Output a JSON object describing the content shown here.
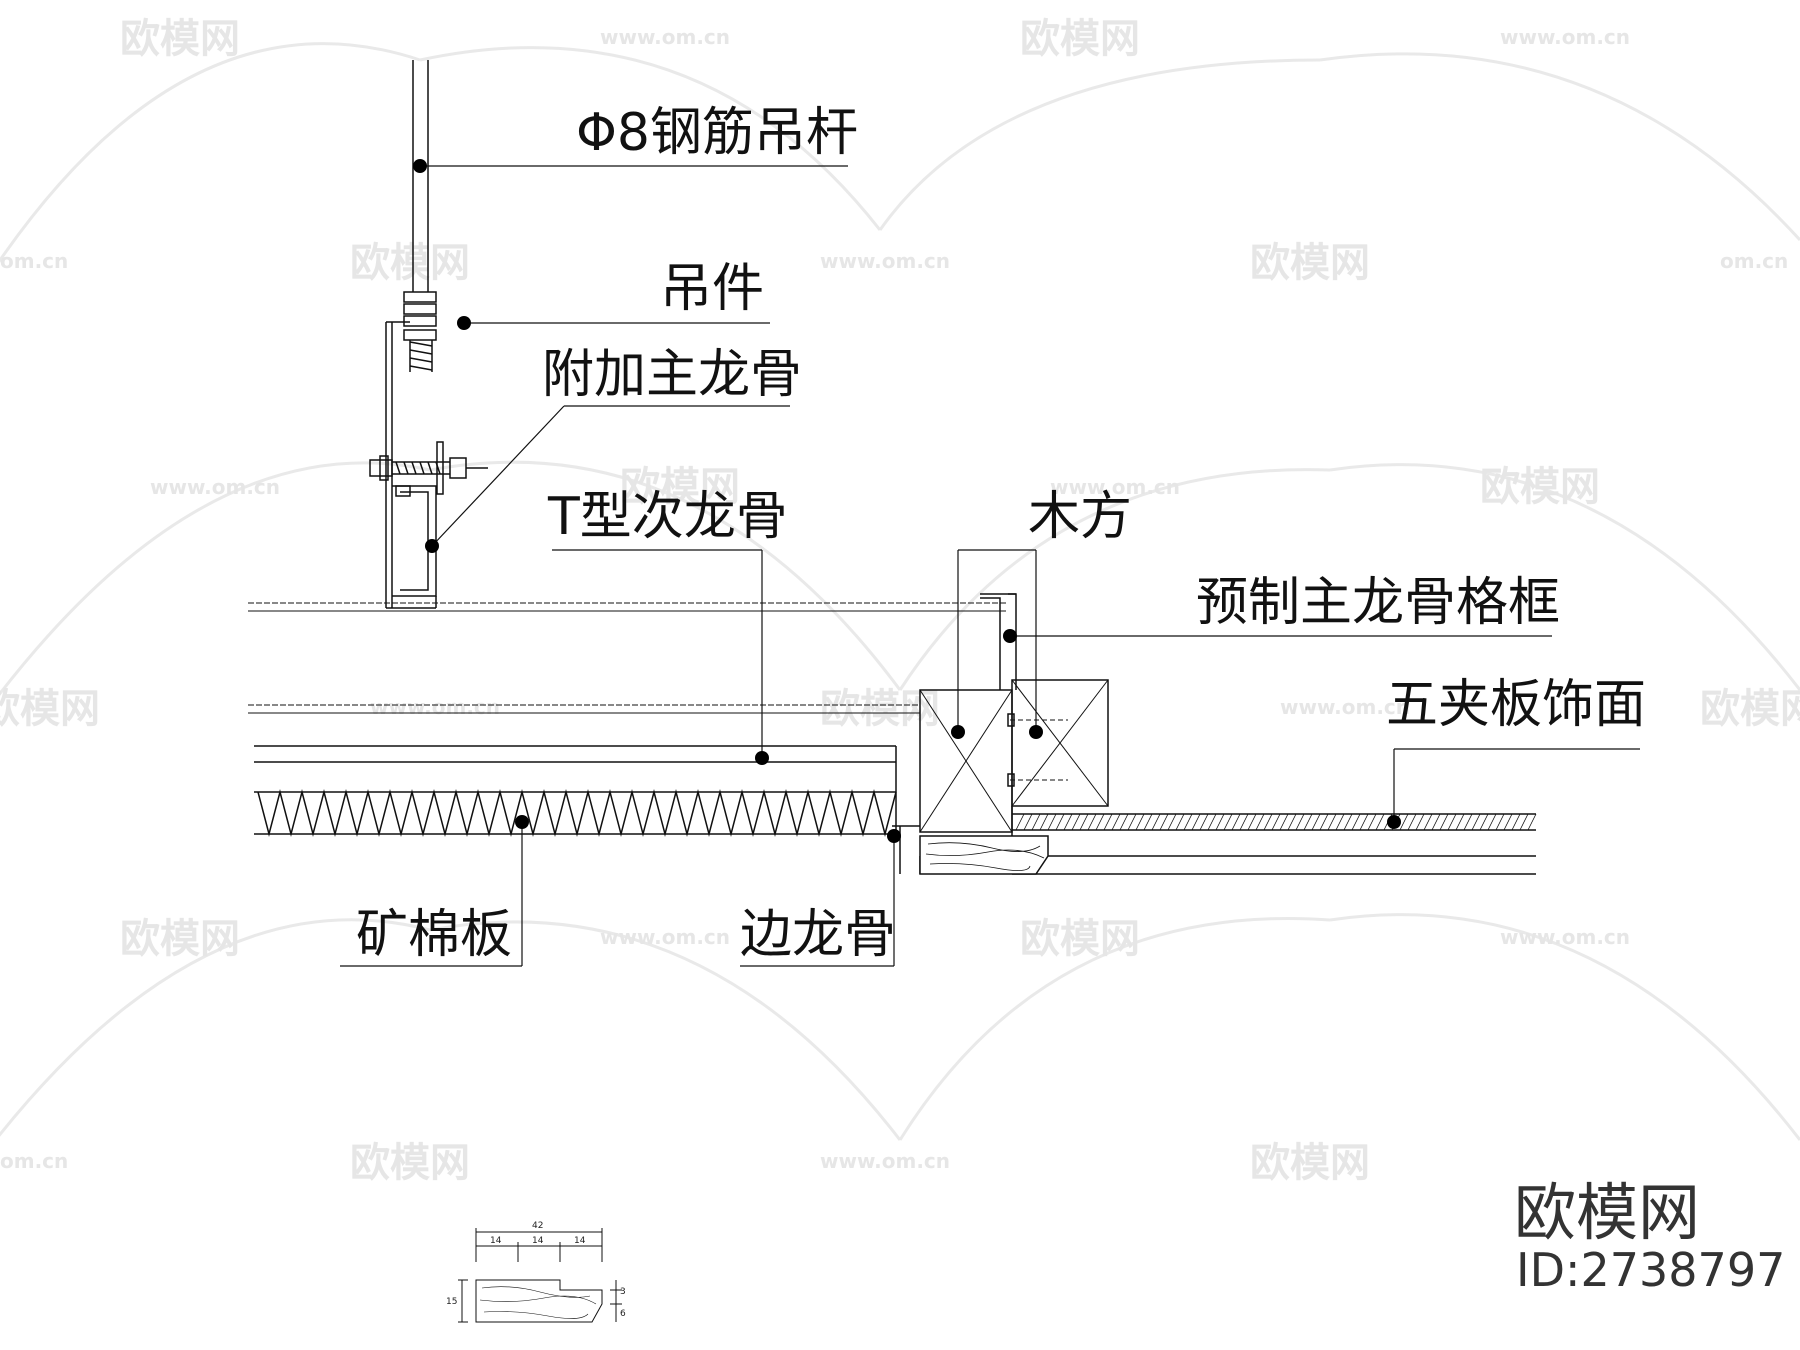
{
  "labels": {
    "rod": "Φ8钢筋吊杆",
    "hanger": "吊件",
    "extra_main_keel": "附加主龙骨",
    "t_sub_keel": "T型次龙骨",
    "wood_batten": "木方",
    "prefab_frame": "预制主龙骨格框",
    "plywood_finish": "五夹板饰面",
    "mineral_board": "矿棉板",
    "edge_keel": "边龙骨"
  },
  "profile_dims": {
    "total_width": "42",
    "segments": [
      "14",
      "14",
      "14"
    ],
    "height": "15",
    "right_top": "3",
    "right_bottom": "6"
  },
  "watermark": {
    "logo_text": "欧模网",
    "url_text": "www.om.cn",
    "url_fragment": "om.cn"
  },
  "brand": {
    "name": "欧模网",
    "id_text": "ID:2738797"
  },
  "colors": {
    "line": "#111111",
    "watermark": "#e6e6e6"
  }
}
